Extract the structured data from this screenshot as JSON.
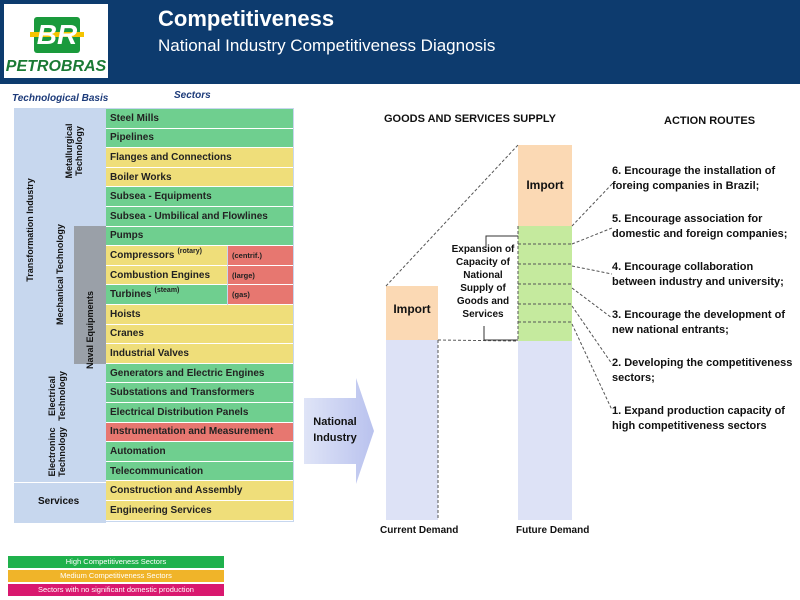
{
  "header": {
    "title": "Competitiveness",
    "subtitle": "National Industry Competitiveness Diagnosis",
    "logo_letters": "BR",
    "logo_name": "PETROBRAS"
  },
  "matrix": {
    "col_label_basis": "Technological Basis",
    "col_label_sectors": "Sectors",
    "group_labels": {
      "transformation": "Transformation Industry",
      "metallurgical": "Metallurgical Technology",
      "mechanical": "Mechanical Technology",
      "naval": "Naval Equipments",
      "electrical": "Electrical Technology",
      "electronic": "Electroninc Technology",
      "services": "Services"
    },
    "sectors": [
      {
        "label": "Steel Mills",
        "level": "green"
      },
      {
        "label": "Pipelines",
        "level": "green"
      },
      {
        "label": "Flanges and Connections",
        "level": "yellow"
      },
      {
        "label": "Boiler Works",
        "level": "yellow"
      },
      {
        "label": "Subsea - Equipments",
        "level": "green"
      },
      {
        "label": "Subsea - Umbilical and Flowlines",
        "level": "green"
      },
      {
        "label": "Pumps",
        "level": "green"
      },
      {
        "label": "Compressors",
        "note": "(rotary)",
        "level": "yellow",
        "split_label": "(centrif.)",
        "split_level": "red"
      },
      {
        "label": "Combustion Engines",
        "level": "yellow",
        "split_label": "(large)",
        "split_level": "red"
      },
      {
        "label": "Turbines",
        "note": "(steam)",
        "level": "green",
        "split_label": "(gas)",
        "split_level": "red"
      },
      {
        "label": "Hoists",
        "level": "yellow"
      },
      {
        "label": "Cranes",
        "level": "yellow"
      },
      {
        "label": "Industrial Valves",
        "level": "yellow"
      },
      {
        "label": "Generators and Electric Engines",
        "level": "green"
      },
      {
        "label": "Substations and Transformers",
        "level": "green"
      },
      {
        "label": "Electrical Distribution Panels",
        "level": "green"
      },
      {
        "label": "Instrumentation and Measurement",
        "level": "red"
      },
      {
        "label": "Automation",
        "level": "green"
      },
      {
        "label": "Telecommunication",
        "level": "green"
      },
      {
        "label": "Construction and Assembly",
        "level": "yellow"
      },
      {
        "label": "Engineering Services",
        "level": "yellow"
      }
    ]
  },
  "arrow_label": "National Industry",
  "supply": {
    "title": "GOODS AND SERVICES SUPPLY",
    "import_label": "Import",
    "expansion_label": "Expansion of Capacity of National Supply of Goods and Services",
    "current_label": "Current Demand",
    "future_label": "Future Demand"
  },
  "routes": {
    "title": "ACTION ROUTES",
    "items": [
      "6. Encourage the installation of foreing companies in Brazil;",
      "5. Encourage association for domestic and foreign companies;",
      "4. Encourage collaboration between industry and university;",
      "3. Encourage the development of new national entrants;",
      "2. Developing the competitiveness sectors;",
      "1. Expand production capacity of high competitiveness sectors"
    ]
  },
  "legend": [
    {
      "label": "High Competitiveness Sectors",
      "color": "#1fb14c"
    },
    {
      "label": "Medium Competitiveness Sectors",
      "color": "#f0b429"
    },
    {
      "label": "Sectors with no significant domestic production",
      "color": "#d9186f"
    }
  ]
}
